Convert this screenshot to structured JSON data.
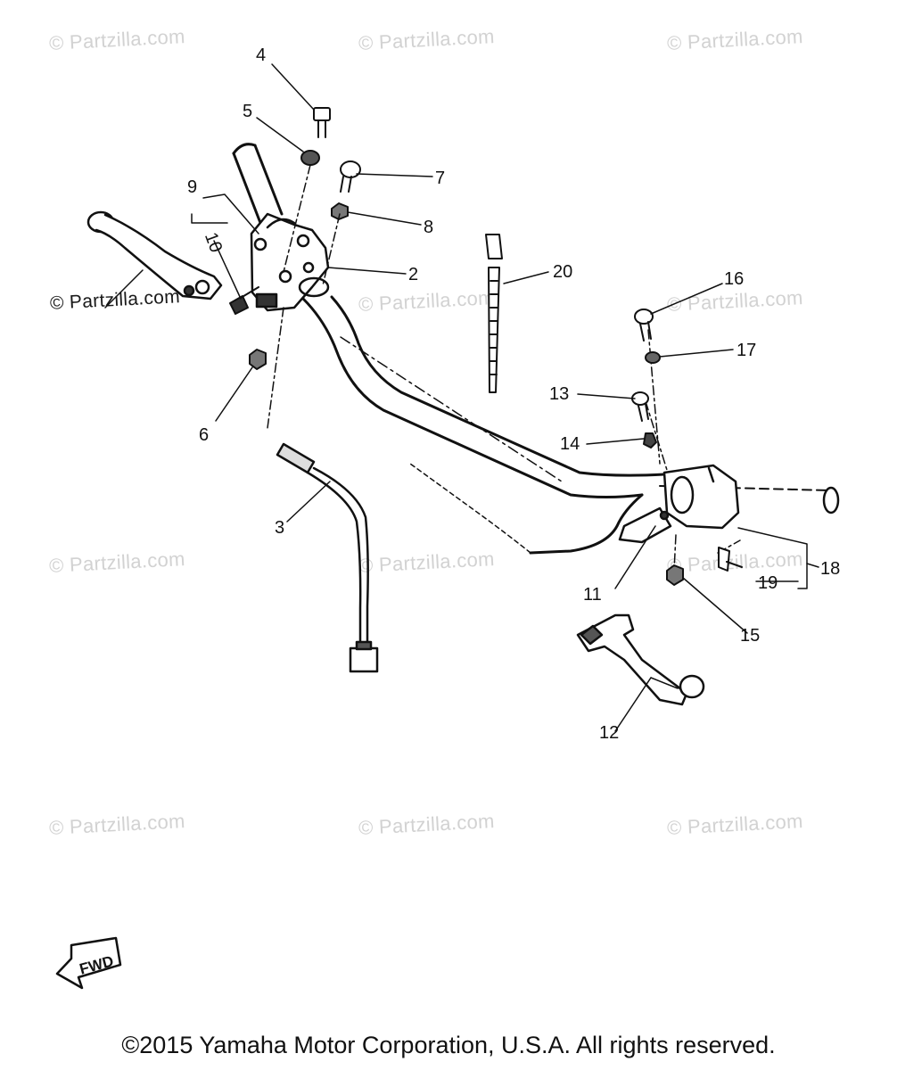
{
  "watermark": "© Partzilla.com",
  "callouts": {
    "c2": "2",
    "c3": "3",
    "c4": "4",
    "c5": "5",
    "c6": "6",
    "c7": "7",
    "c8": "8",
    "c9": "9",
    "c10": "10",
    "c11": "11",
    "c12": "12",
    "c13": "13",
    "c14": "14",
    "c15": "15",
    "c16": "16",
    "c17": "17",
    "c18": "18",
    "c19": "19",
    "c20": "20"
  },
  "fwd_label": "FWD",
  "copyright": "©2015 Yamaha Motor Corporation, U.S.A. All rights reserved."
}
